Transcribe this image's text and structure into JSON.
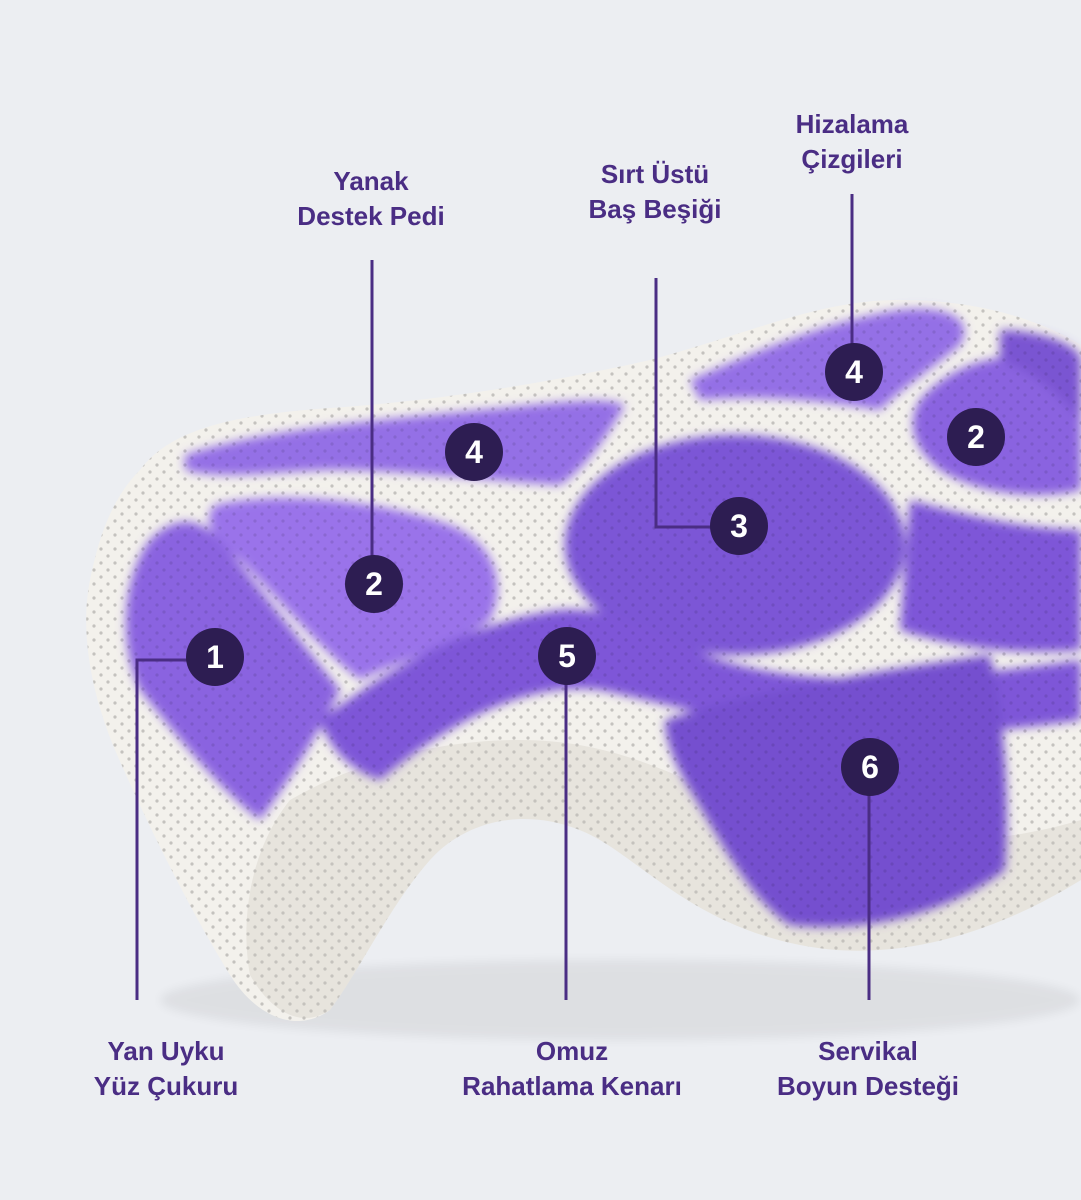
{
  "colors": {
    "background": "#eceef2",
    "label_text": "#4a2d84",
    "line": "#4a2d84",
    "marker_fill": "#2d1d52",
    "marker_text": "#ffffff",
    "foam_white": "#f3f1ec",
    "foam_shadow": "#ddd9d1",
    "gel_purple": "#8a63e0",
    "gel_purple_dark": "#7550cf"
  },
  "labels": {
    "side_sleep": {
      "line1": "Yan Uyku",
      "line2": "Yüz Çukuru"
    },
    "cheek_pad": {
      "line1": "Yanak",
      "line2": "Destek Pedi"
    },
    "back_cradle": {
      "line1": "Sırt Üstü",
      "line2": "Baş Beşiği"
    },
    "alignment": {
      "line1": "Hizalama",
      "line2": "Çizgileri"
    },
    "shoulder": {
      "line1": "Omuz",
      "line2": "Rahatlama Kenarı"
    },
    "cervical": {
      "line1": "Servikal",
      "line2": "Boyun Desteği"
    }
  },
  "markers": {
    "m1": "1",
    "m2_left": "2",
    "m2_right": "2",
    "m3": "3",
    "m4_left": "4",
    "m4_right": "4",
    "m5": "5",
    "m6": "6"
  }
}
